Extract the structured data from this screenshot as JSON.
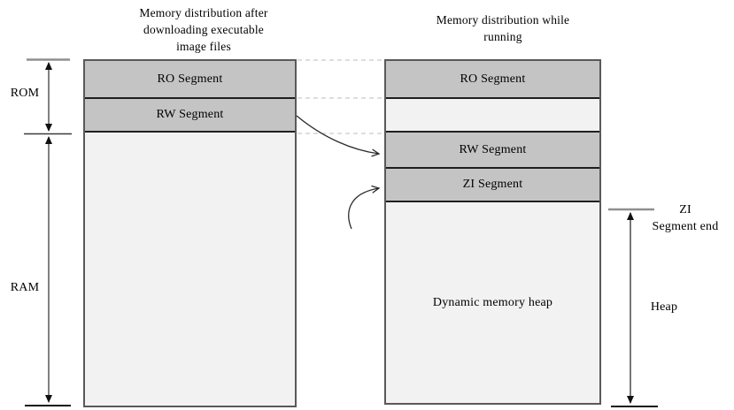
{
  "titles": {
    "left": "Memory distribution after\ndownloading executable\nimage files",
    "right": "Memory distribution while\nrunning"
  },
  "left_box": {
    "segments": [
      {
        "label": "RO Segment"
      },
      {
        "label": "RW Segment"
      },
      {
        "label": ""
      }
    ]
  },
  "right_box": {
    "segments": [
      {
        "label": "RO Segment"
      },
      {
        "label": ""
      },
      {
        "label": "RW Segment"
      },
      {
        "label": "ZI Segment"
      },
      {
        "label": "Dynamic memory heap"
      }
    ]
  },
  "labels": {
    "rom": "ROM",
    "ram": "RAM",
    "zi_segment_end": "ZI\nSegment end",
    "heap": "Heap"
  },
  "colors": {
    "segment_dark": "#c4c4c4",
    "segment_light": "#f2f2f2",
    "box_border": "#595959",
    "separator": "#1f1f1f",
    "dashed_line": "#c9c9c9",
    "measure_line": "#3d3d3d",
    "gray_tick": "#8f8f8f",
    "black_tick": "#111111"
  }
}
